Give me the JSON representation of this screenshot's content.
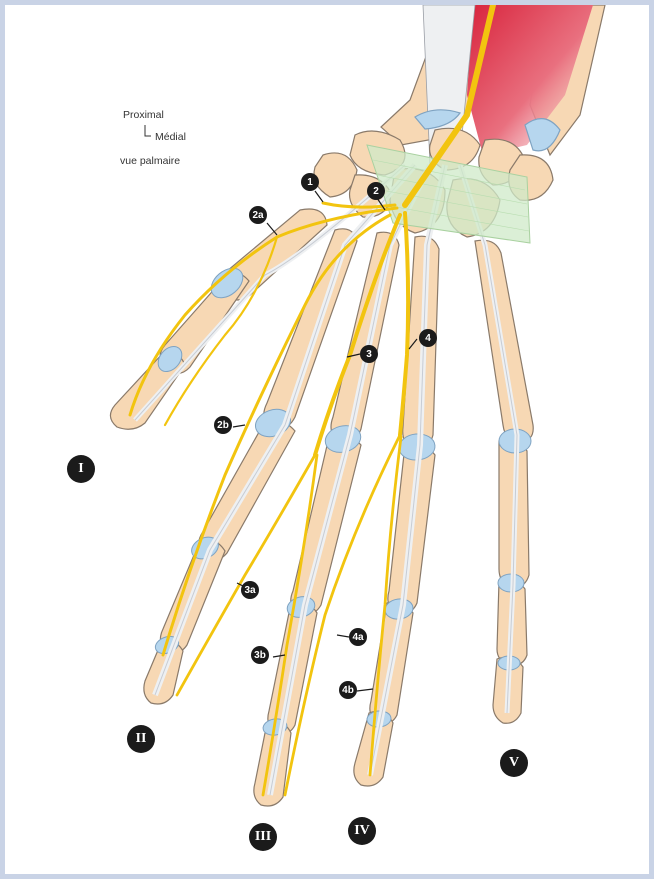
{
  "orientation": {
    "proximal": "Proximal",
    "medial": "Médial",
    "view": "vue palmaire"
  },
  "callouts": {
    "n1": "1",
    "n2": "2",
    "n2a": "2a",
    "n2b": "2b",
    "n3": "3",
    "n3a": "3a",
    "n3b": "3b",
    "n4": "4",
    "n4a": "4a",
    "n4b": "4b"
  },
  "fingers": {
    "I": "I",
    "II": "II",
    "III": "III",
    "IV": "IV",
    "V": "V"
  },
  "colors": {
    "frame": "#c9d3e6",
    "bone": "#f7d8b4",
    "bone_outline": "#8a7a6a",
    "joint_cartilage": "#b6d6ee",
    "tendon": "#eef0f2",
    "nerve": "#f2c40f",
    "muscle": "#d8233c",
    "retinaculum": "#cfe9c8",
    "badge": "#1b1b1b"
  }
}
